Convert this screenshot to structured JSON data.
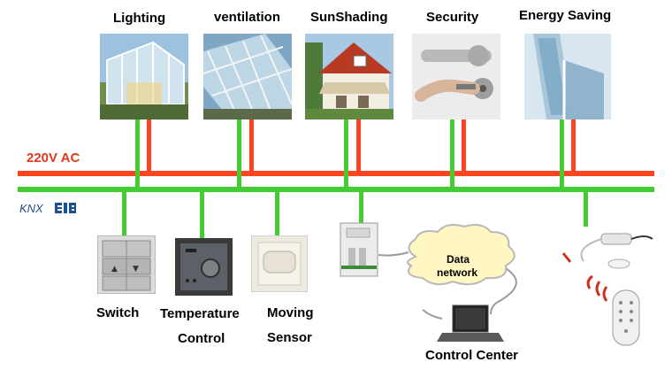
{
  "top_labels": {
    "lighting": "Lighting",
    "ventilation": "ventilation",
    "sunshading": "SunShading",
    "security": "Security",
    "energy_saving": "Energy Saving"
  },
  "power_bus_label": "220V AC",
  "knx_logo": "KNX EIB",
  "bottom_labels": {
    "switch": "Switch",
    "temperature_line1": "Temperature",
    "temperature_line2": "Control",
    "moving_line1": "Moving",
    "moving_line2": "Sensor",
    "control_center": "Control Center"
  },
  "cloud_line1": "Data",
  "cloud_line2": "network",
  "colors": {
    "power_line": "#ff4422",
    "bus_line": "#44cc33",
    "label_red": "#e03a1a"
  }
}
